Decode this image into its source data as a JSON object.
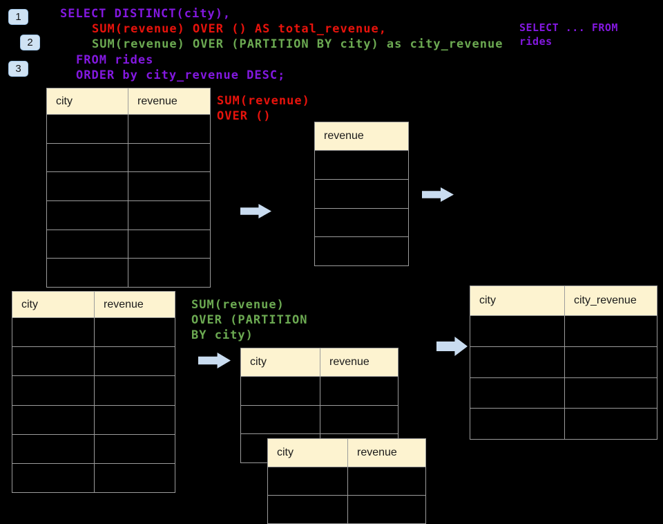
{
  "slide": {
    "step_badges": [
      "1",
      "2",
      "3"
    ],
    "code": {
      "line1": "SELECT DISTINCT(city),",
      "line2": "SUM(revenue) OVER () AS total_revenue,",
      "line3": "SUM(revenue) OVER (PARTITION BY city) as city_revenue",
      "line4": "FROM rides",
      "line5": "ORDER by city_revenue DESC;"
    },
    "side_note": {
      "line1": "SELECT ... FROM",
      "line2": "rides"
    },
    "annotation_total": {
      "line1": "SUM(revenue)",
      "line2": "OVER ()"
    },
    "annotation_partition": {
      "line1": "SUM(revenue)",
      "line2": "OVER (PARTITION",
      "line3": "BY city)"
    },
    "tables": {
      "source_top": {
        "headers": [
          "city",
          "revenue"
        ],
        "empty_rows": 6
      },
      "total_result": {
        "headers": [
          "revenue"
        ],
        "empty_rows": 4
      },
      "source_bottom": {
        "headers": [
          "city",
          "revenue"
        ],
        "empty_rows": 6
      },
      "partition_mid": {
        "headers": [
          "city",
          "revenue"
        ],
        "empty_rows": 3
      },
      "partition_overlap": {
        "headers": [
          "city",
          "revenue"
        ],
        "empty_rows": 2
      },
      "city_revenue_result": {
        "headers": [
          "city",
          "city_revenue"
        ],
        "empty_rows": 4
      }
    },
    "icons": [
      "right-arrow",
      "right-arrow",
      "right-arrow",
      "right-arrow"
    ],
    "colors": {
      "keyword_purple": "#8318e0",
      "total_red": "#e8130c",
      "partition_green": "#6caa52",
      "table_header_fill": "#fdf3d0",
      "table_border": "#9c9c9c",
      "arrow_blue": "#c9dcf0",
      "badge_blue": "#cfe2f3",
      "background": "#000000"
    }
  }
}
